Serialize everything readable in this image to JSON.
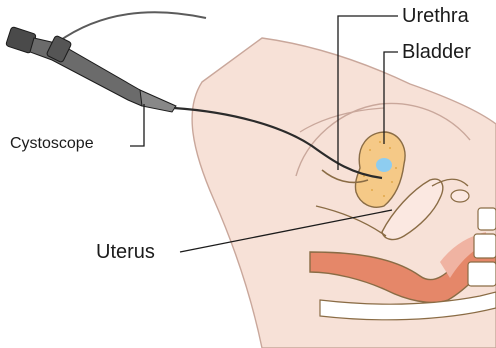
{
  "labels": {
    "urethra": "Urethra",
    "bladder": "Bladder",
    "cystoscope": "Cystoscope",
    "uterus": "Uterus"
  },
  "colors": {
    "skin": "#f7e1d7",
    "skin_outline": "#c9a79b",
    "bladder": "#f5c987",
    "bladder_dots": "#e2a84a",
    "fluid": "#8ecdf0",
    "uterus": "#f0b3a2",
    "rectum": "#e58769",
    "bone": "#ffffff",
    "instrument": "#5b5b5b",
    "leader": "#1b1b1b"
  }
}
